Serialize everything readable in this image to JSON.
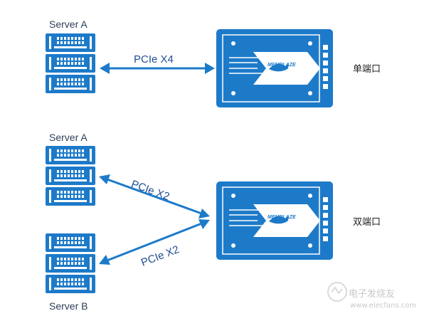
{
  "top": {
    "server_label": "Server A",
    "link_label": "PCIe X4",
    "port_label": "单端口"
  },
  "bottom": {
    "server_a_label": "Server A",
    "server_b_label": "Server B",
    "link_label_a": "PCIe X2",
    "link_label_b": "PCIe X2",
    "port_label": "双端口"
  },
  "card_logo_text": "MEMBLAZE",
  "watermark": {
    "text": "电子发烧友",
    "url": "www.elecfans.com"
  },
  "colors": {
    "accent": "#1d7ac9",
    "card_fill": "#1d7ac9"
  }
}
